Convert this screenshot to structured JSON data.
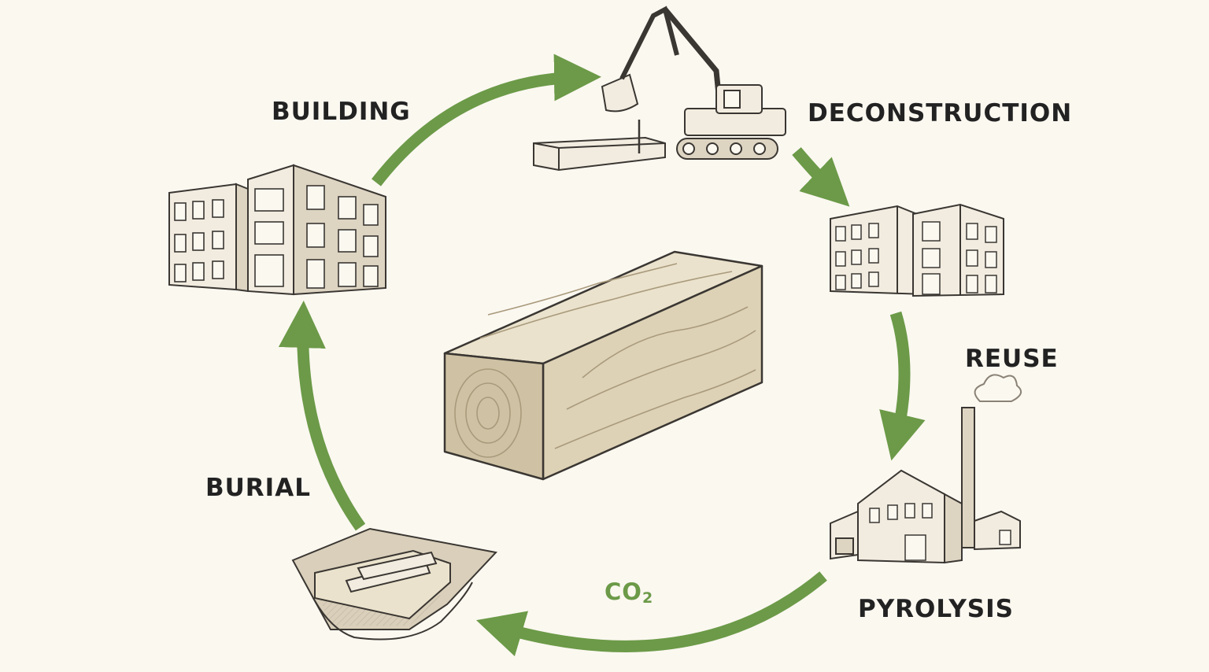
{
  "labels": {
    "building": "BUILDING",
    "deconstruction": "DECONSTRUCTION",
    "reuse": "REUSE",
    "burial": "BURIAL",
    "pyrolysis": "PYROLYSIS",
    "co2_base": "CO",
    "co2_sub": "2"
  },
  "colors": {
    "background": "#fbf8f0",
    "arrow": "#6c9a48",
    "ink": "#3a3632",
    "wood_light": "#eae2cc",
    "wood_mid": "#ddd2b6",
    "wood_dark": "#cfc2a4"
  },
  "icons": [
    "wooden-beam-icon",
    "building-icon",
    "excavator-icon",
    "reuse-buildings-icon",
    "factory-icon",
    "burial-pit-icon"
  ]
}
